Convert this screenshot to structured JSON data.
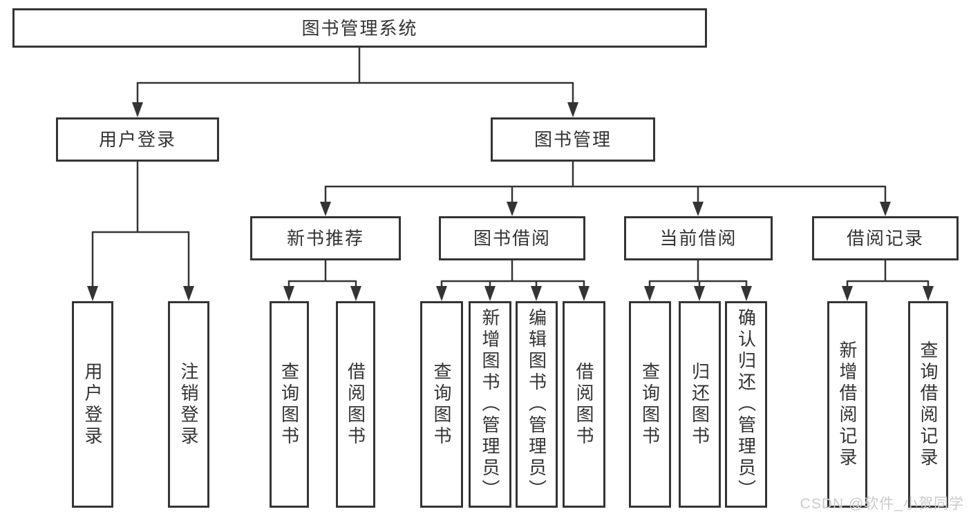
{
  "diagram_title": "图书管理系统",
  "tree": {
    "label": "图书管理系统",
    "children": [
      {
        "label": "用户登录",
        "children": [
          {
            "label": "用户登录"
          },
          {
            "label": "注销登录"
          }
        ]
      },
      {
        "label": "图书管理",
        "children": [
          {
            "label": "新书推荐",
            "children": [
              {
                "label": "查询图书"
              },
              {
                "label": "借阅图书"
              }
            ]
          },
          {
            "label": "图书借阅",
            "children": [
              {
                "label": "查询图书"
              },
              {
                "label": "新增图书（管理员）"
              },
              {
                "label": "编辑图书（管理员）"
              },
              {
                "label": "借阅图书"
              }
            ]
          },
          {
            "label": "当前借阅",
            "children": [
              {
                "label": "查询图书"
              },
              {
                "label": "归还图书"
              },
              {
                "label": "确认归还（管理员）"
              }
            ]
          },
          {
            "label": "借阅记录",
            "children": [
              {
                "label": "新增借阅记录"
              },
              {
                "label": "查询借阅记录"
              }
            ]
          }
        ]
      }
    ]
  },
  "colors": {
    "line": "#343434",
    "text": "#333333",
    "background": "#ffffff",
    "watermark": "#cbcbcb"
  },
  "watermark": {
    "text": "CSDN @软件_小贺同学"
  }
}
